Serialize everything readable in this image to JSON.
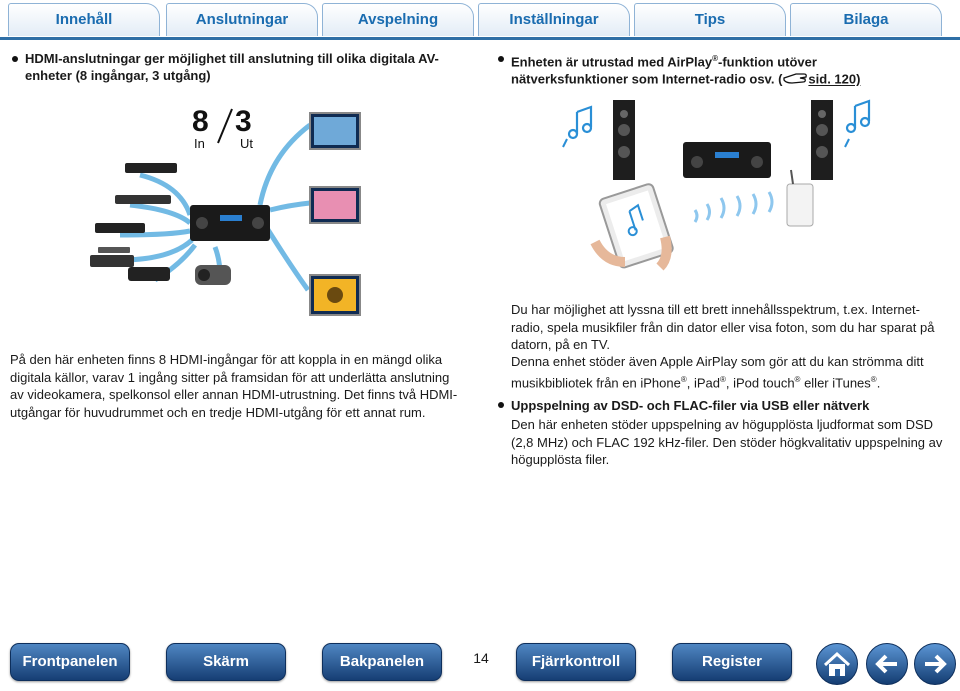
{
  "tabs": [
    "Innehåll",
    "Anslutningar",
    "Avspelning",
    "Inställningar",
    "Tips",
    "Bilaga"
  ],
  "left": {
    "heading": "HDMI-anslutningar ger möjlighet till anslutning till olika digitala AV-enheter (8 ingångar, 3 utgång)",
    "count_in": "8",
    "count_out": "3",
    "label_in": "In",
    "label_out": "Ut",
    "body": "På den här enheten finns 8 HDMI-ingångar för att koppla in en mängd olika digitala källor, varav 1 ingång sitter på framsidan för att underlätta anslutning av videokamera, spelkonsol eller annan HDMI-utrustning. Det finns två HDMI-utgångar för huvudrummet och en tredje HDMI-utgång för ett annat rum."
  },
  "right": {
    "heading_pre": "Enheten är utrustad med AirPlay",
    "heading_reg": "®",
    "heading_post": "-funktion utöver nätverksfunktioner som Internet-radio osv.",
    "heading_ref_open": "(",
    "heading_ref": "sid. 120)",
    "para1": "Du har möjlighet att lyssna till ett brett innehållsspektrum, t.ex. Internet-radio, spela musikfiler från din dator eller visa foton, som du har sparat på datorn, på en TV.",
    "para2_pre": "Denna enhet stöder även Apple AirPlay som gör att du kan strömma ditt musikbibliotek från en iPhone",
    "para2_reg": "®",
    "para2_mid1": ", iPad",
    "para2_mid2": ", iPod touch",
    "para2_mid3": " eller iTunes",
    "para2_end": ".",
    "heading2": "Uppspelning av DSD- och FLAC-filer via USB eller nätverk",
    "para3": "Den här enheten stöder uppspelning av högupplösta ljudformat som DSD (2,8 MHz) och FLAC 192 kHz-filer. Den stöder högkvalitativ uppspelning av högupplösta filer."
  },
  "footer": {
    "buttons": [
      "Frontpanelen",
      "Skärm",
      "Bakpanelen",
      "Fjärrkontroll",
      "Register"
    ],
    "page_number": "14"
  },
  "icons": [
    "home-icon",
    "arrow-left-icon",
    "arrow-right-icon",
    "hand-pointer-icon",
    "music-note-icon"
  ]
}
